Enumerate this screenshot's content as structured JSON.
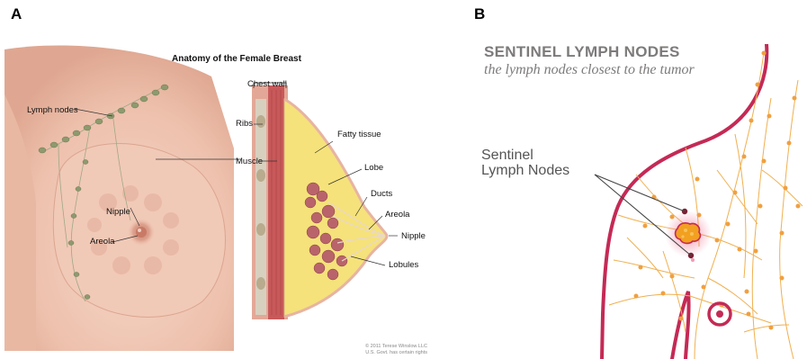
{
  "panel_a": {
    "letter": "A",
    "title": "Anatomy of the Female Breast",
    "labels": {
      "chest_wall": "Chest wall",
      "lymph_nodes": "Lymph nodes",
      "ribs": "Ribs",
      "fatty_tissue": "Fatty tissue",
      "muscle": "Muscle",
      "lobe": "Lobe",
      "ducts": "Ducts",
      "nipple_front": "Nipple",
      "areola_front": "Areola",
      "areola_side": "Areola",
      "nipple_side": "Nipple",
      "lobules": "Lobules"
    },
    "credit_line1": "© 2011 Terese Winslow LLC",
    "credit_line2": "U.S. Govt. has certain rights"
  },
  "panel_b": {
    "letter": "B",
    "title": "SENTINEL LYMPH NODES",
    "subtitle": "the lymph nodes closest to the tumor",
    "label_line1": "Sentinel",
    "label_line2": "Lymph Nodes"
  },
  "colors": {
    "skin": "#efc7b5",
    "skin_dark": "#d9a08a",
    "lymph_node": "#8e9a6e",
    "fat": "#f5e27a",
    "lobule": "#b9646a",
    "muscle": "#c8595a",
    "body_outline": "#c42a55",
    "lymph_vessel": "#f0b050",
    "tumor": "#f2a020"
  }
}
